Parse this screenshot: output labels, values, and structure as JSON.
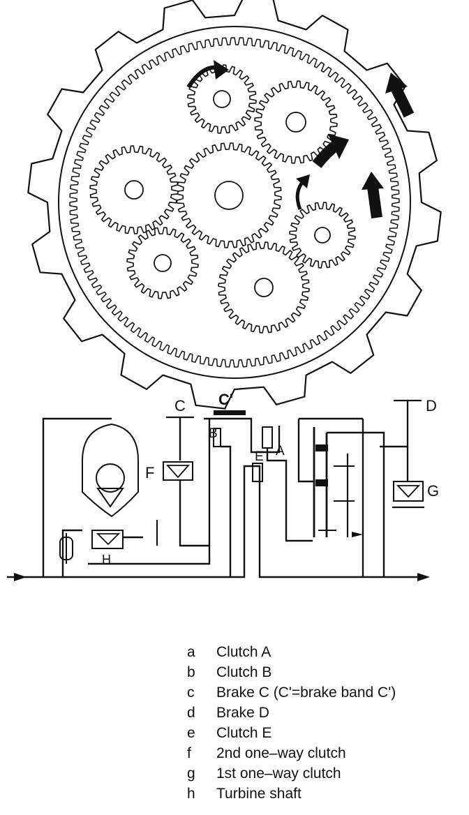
{
  "diagram": {
    "labels": {
      "C": "C",
      "C_prime": "C'",
      "D": "D",
      "B": "B",
      "A": "A",
      "E": "E",
      "F": "F",
      "G": "G",
      "H": "H"
    }
  },
  "legend": [
    {
      "key": "a",
      "text": "Clutch A"
    },
    {
      "key": "b",
      "text": "Clutch B"
    },
    {
      "key": "c",
      "text": "Brake C (C'=brake band C')"
    },
    {
      "key": "d",
      "text": "Brake D"
    },
    {
      "key": "e",
      "text": "Clutch E"
    },
    {
      "key": "f",
      "text": "2nd one–way clutch"
    },
    {
      "key": "g",
      "text": "1st one–way clutch"
    },
    {
      "key": "h",
      "text": "Turbine shaft"
    }
  ]
}
